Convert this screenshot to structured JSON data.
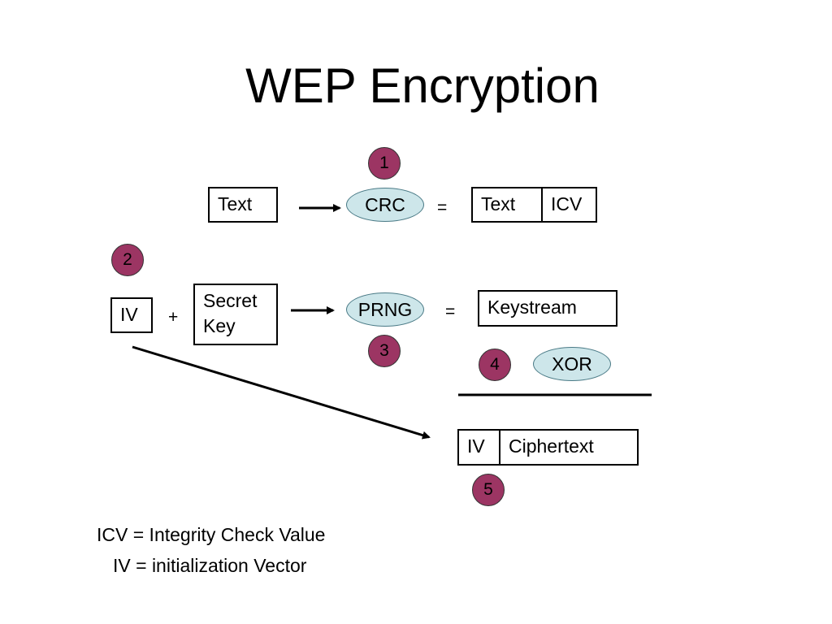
{
  "title": "WEP Encryption",
  "colors": {
    "badge_fill": "#9c3563",
    "ellipse_fill": "#cde6ea",
    "line": "#000000"
  },
  "step1": {
    "badge": "1",
    "input_text": "Text",
    "operation": "CRC",
    "equals": "=",
    "output_text": "Text",
    "output_icv": "ICV"
  },
  "step2": {
    "badge": "2",
    "iv": "IV",
    "plus": "+",
    "secret_key": "Secret Key"
  },
  "step3": {
    "badge": "3",
    "operation": "PRNG",
    "equals": "=",
    "keystream": "Keystream"
  },
  "step4": {
    "badge": "4",
    "operation": "XOR"
  },
  "step5": {
    "badge": "5",
    "iv": "IV",
    "ciphertext": "Ciphertext"
  },
  "legend": {
    "icv": "ICV = Integrity Check Value",
    "iv": "IV = initialization Vector"
  }
}
